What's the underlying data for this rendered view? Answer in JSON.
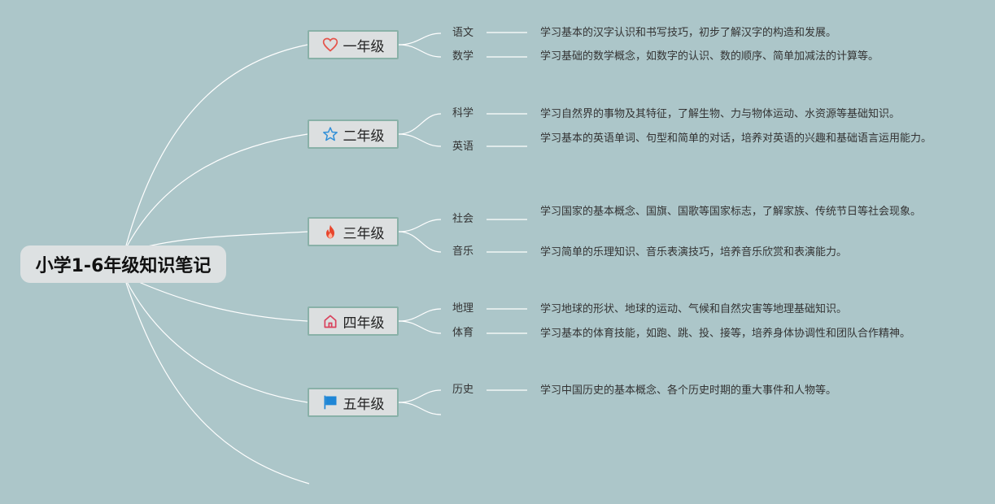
{
  "root": {
    "title": "小学1-6年级知识笔记"
  },
  "grades": [
    {
      "label": "一年级",
      "icon": "heart-icon",
      "icon_color": "#e5544b",
      "subjects": [
        {
          "name": "语文",
          "desc": "学习基本的汉字认识和书写技巧，初步了解汉字的构造和发展。"
        },
        {
          "name": "数学",
          "desc": "学习基础的数学概念，如数字的认识、数的顺序、简单加减法的计算等。"
        }
      ]
    },
    {
      "label": "二年级",
      "icon": "star-icon",
      "icon_color": "#2f8fd8",
      "subjects": [
        {
          "name": "科学",
          "desc": "学习自然界的事物及其特征，了解生物、力与物体运动、水资源等基础知识。"
        },
        {
          "name": "英语",
          "desc": "学习基本的英语单词、句型和简单的对话，培养对英语的兴趣和基础语言运用能力。"
        }
      ]
    },
    {
      "label": "三年级",
      "icon": "fire-icon",
      "icon_color": "#e8452c",
      "subjects": [
        {
          "name": "社会",
          "desc": "学习国家的基本概念、国旗、国歌等国家标志，了解家族、传统节日等社会现象。"
        },
        {
          "name": "音乐",
          "desc": "学习简单的乐理知识、音乐表演技巧，培养音乐欣赏和表演能力。"
        }
      ]
    },
    {
      "label": "四年级",
      "icon": "house-icon",
      "icon_color": "#d9415c",
      "subjects": [
        {
          "name": "地理",
          "desc": "学习地球的形状、地球的运动、气候和自然灾害等地理基础知识。"
        },
        {
          "name": "体育",
          "desc": "学习基本的体育技能，如跑、跳、投、接等，培养身体协调性和团队合作精神。"
        }
      ]
    },
    {
      "label": "五年级",
      "icon": "flag-icon",
      "icon_color": "#1f86d6",
      "subjects": [
        {
          "name": "历史",
          "desc": "学习中国历史的基本概念、各个历史时期的重大事件和人物等。"
        }
      ]
    }
  ],
  "colors": {
    "background": "#acc6c9",
    "branch_line": "#ffffff",
    "node_border": "#89b1a8"
  }
}
